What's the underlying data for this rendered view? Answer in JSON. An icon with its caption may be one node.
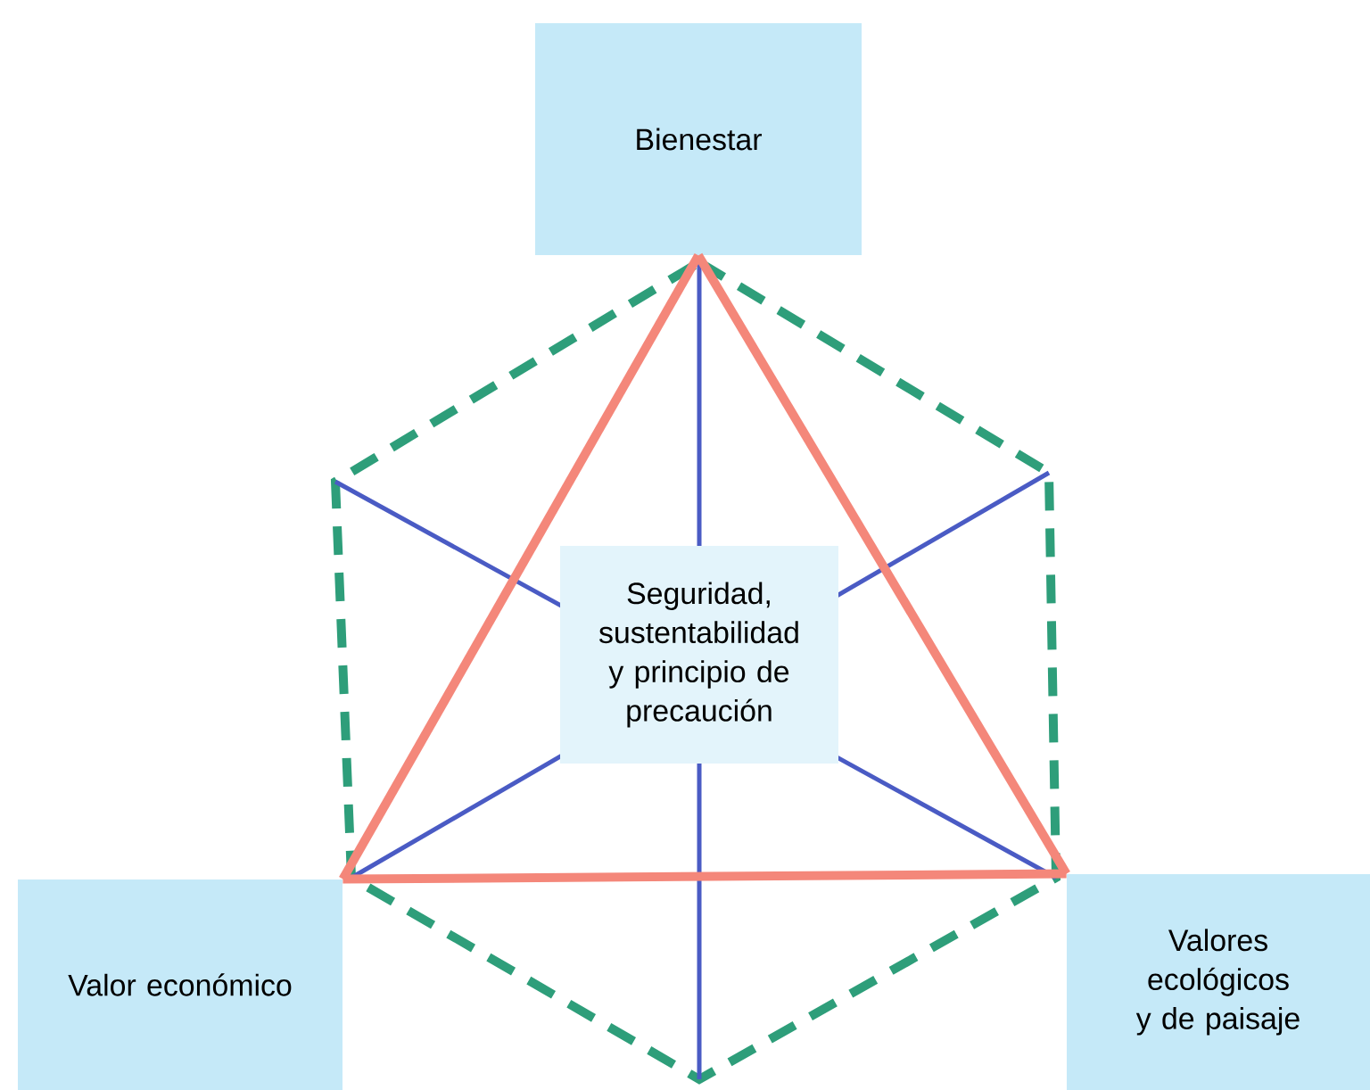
{
  "diagram": {
    "nodes": [
      {
        "text": [
          "Bienestar"
        ]
      },
      {
        "text": [
          "Seguridad, sustentabilidad y principio de precaución"
        ]
      },
      {
        "text": [
          "Valor económico"
        ]
      },
      {
        "text": [
          "Valores ecológicos y de paisaje"
        ]
      }
    ],
    "edges": [
      {
        "from": 0,
        "to": 2,
        "arrow": "none"
      },
      {
        "from": 0,
        "to": 3,
        "arrow": "none"
      },
      {
        "from": 2,
        "to": 3,
        "arrow": "none"
      }
    ]
  }
}
